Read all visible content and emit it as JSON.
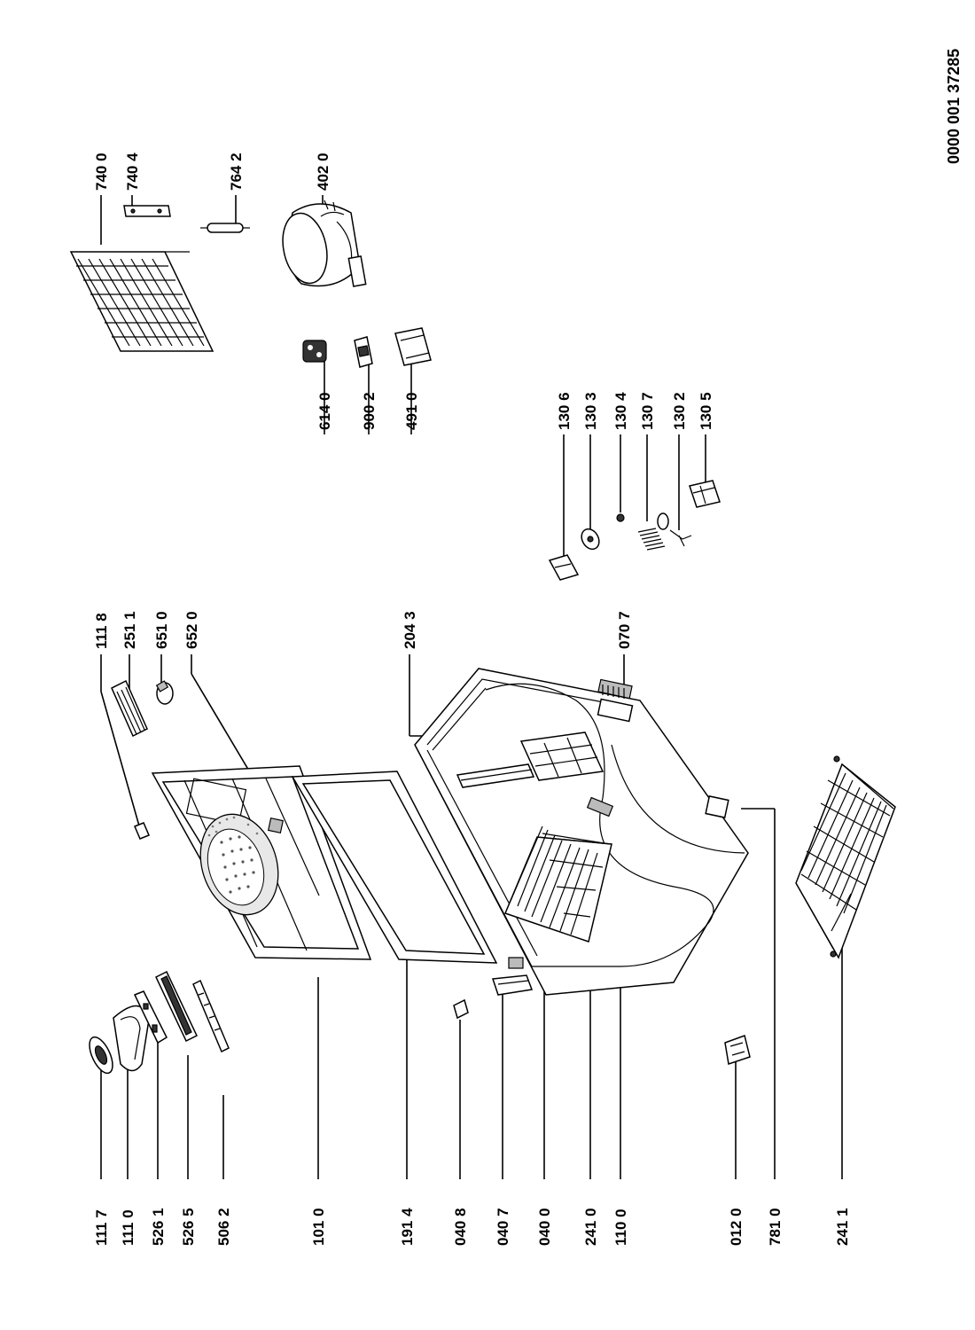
{
  "document_number": "0000 001 37285",
  "labels": [
    {
      "id": "l-1117",
      "text": "111 7"
    },
    {
      "id": "l-1110",
      "text": "111 0"
    },
    {
      "id": "l-5261",
      "text": "526 1"
    },
    {
      "id": "l-5265",
      "text": "526 5"
    },
    {
      "id": "l-5062",
      "text": "506 2"
    },
    {
      "id": "l-1010",
      "text": "101 0"
    },
    {
      "id": "l-1914",
      "text": "191 4"
    },
    {
      "id": "l-0408",
      "text": "040 8"
    },
    {
      "id": "l-0407",
      "text": "040 7"
    },
    {
      "id": "l-0400",
      "text": "040 0"
    },
    {
      "id": "l-2410",
      "text": "241 0"
    },
    {
      "id": "l-1100",
      "text": "110 0"
    },
    {
      "id": "l-0120",
      "text": "012 0"
    },
    {
      "id": "l-7810",
      "text": "781 0"
    },
    {
      "id": "l-2411",
      "text": "241 1"
    },
    {
      "id": "l-1118",
      "text": "111 8"
    },
    {
      "id": "l-2511",
      "text": "251 1"
    },
    {
      "id": "l-6510",
      "text": "651 0"
    },
    {
      "id": "l-6520",
      "text": "652 0"
    },
    {
      "id": "l-2043",
      "text": "204 3"
    },
    {
      "id": "l-0707",
      "text": "070 7"
    },
    {
      "id": "l-1306",
      "text": "130 6"
    },
    {
      "id": "l-1303",
      "text": "130 3"
    },
    {
      "id": "l-1304",
      "text": "130 4"
    },
    {
      "id": "l-1307",
      "text": "130 7"
    },
    {
      "id": "l-1302",
      "text": "130 2"
    },
    {
      "id": "l-1305",
      "text": "130 5"
    },
    {
      "id": "l-6140",
      "text": "614 0"
    },
    {
      "id": "l-9002",
      "text": "900 2"
    },
    {
      "id": "l-4910",
      "text": "491 0"
    },
    {
      "id": "l-7400",
      "text": "740 0"
    },
    {
      "id": "l-7404",
      "text": "740 4"
    },
    {
      "id": "l-7642",
      "text": "764 2"
    },
    {
      "id": "l-4020",
      "text": "402 0"
    }
  ]
}
